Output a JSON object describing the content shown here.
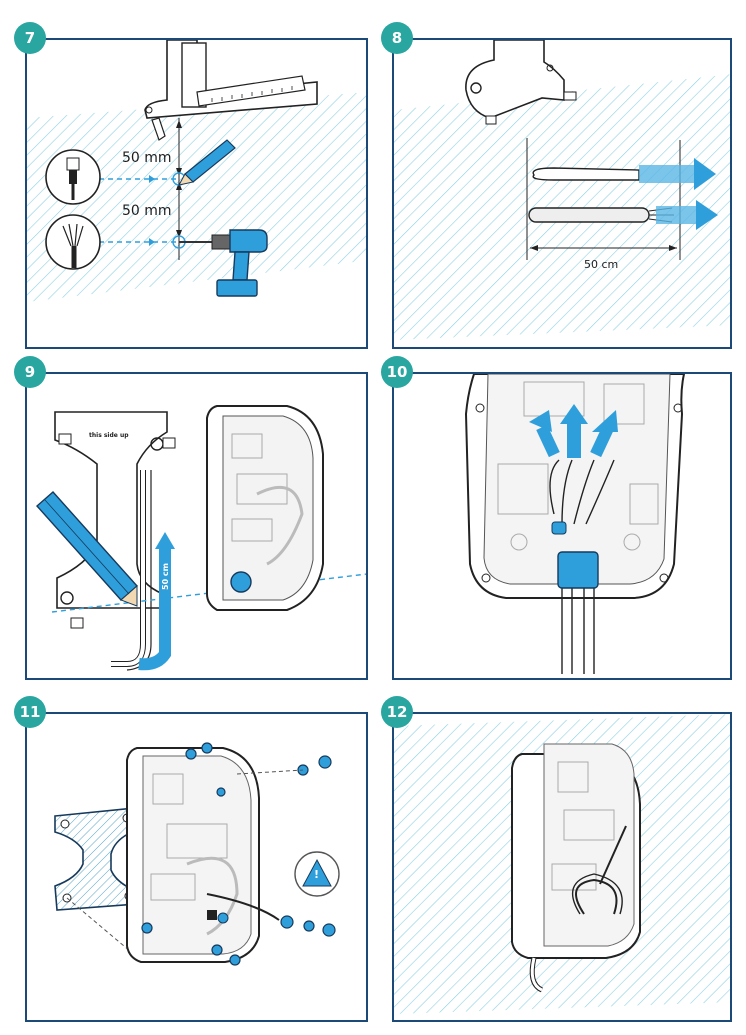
{
  "steps": [
    {
      "number": "7"
    },
    {
      "number": "8"
    },
    {
      "number": "9"
    },
    {
      "number": "10"
    },
    {
      "number": "11"
    },
    {
      "number": "12"
    }
  ],
  "step7": {
    "dim_upper": "50 mm",
    "dim_lower": "50 mm"
  },
  "step8": {
    "dim": "50 cm"
  },
  "step9": {
    "plate_text": "this side up",
    "dim": "50 cm"
  },
  "step11": {
    "warning_symbol": "!"
  },
  "icons": {
    "hatch": "diagonal-hatch-pattern",
    "drill": "drill-icon",
    "connector": "ethernet-connector-icon",
    "cable": "cable-wires-icon",
    "pencil": "pencil-icon",
    "warning": "warning-triangle-icon"
  },
  "colors": {
    "accent": "#2aa6a1",
    "frame": "#1b4a78",
    "blue": "#2f9fdc",
    "hatch": "#7fcbe0"
  }
}
